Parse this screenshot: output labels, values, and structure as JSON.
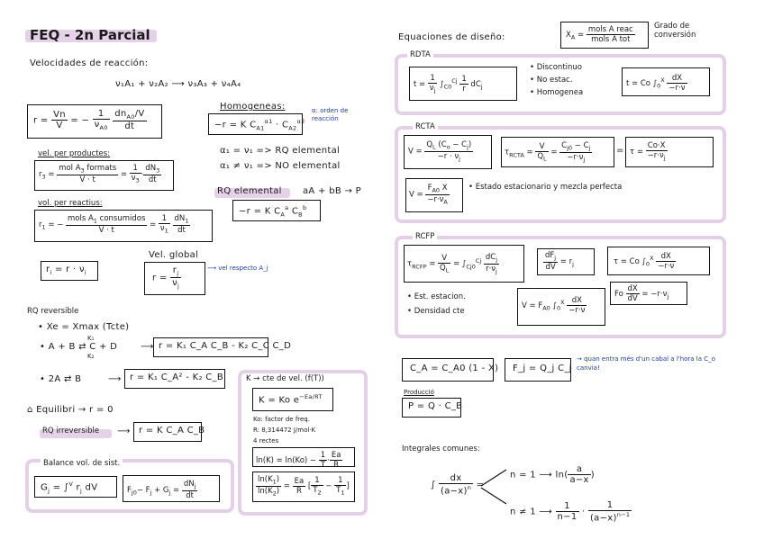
{
  "left": {
    "title": "FEQ - 2n Parcial",
    "velocidades": "Velocidades de reacción:",
    "reaction": "ν₁A₁ + ν₂A₂ ⟶ ν₃A₃ + ν₄A₄",
    "rate_def": "r = Vn/V = -1/ν_A0 · dn_A0/V / dt",
    "homogeneas_label": "Homogeneas:",
    "homog_eq": "-r = K C_A1^α1 · C_A2^α2",
    "alpha_note": "α: orden de reacción",
    "elem1": "α₁ = ν₁  =>  RQ elemental",
    "elem2": "α₁ ≠ ν₁  =>  NO elemental",
    "prod_label": "vel. per productes:",
    "prod_eq": "r_3 = mol A3 formats / V·t = 1/ν3 · dN3/dt",
    "react_label": "vol. per reactius:",
    "react_eq": "r_1 = - mols A1 consumidos / V·t = 1/ν1 · dN1/dt",
    "rq_elem_label": "RQ elemental",
    "rq_elem_reaction": "aA + bB → P",
    "rq_elem_eq": "-r = K C_A^a C_B^b",
    "ri_eq": "r_i = r · ν_i",
    "vel_global_label": "Vel. global",
    "vel_global_eq": "r = r_j / ν_j",
    "vel_respecto": "vel respecto A_j",
    "rq_reversible": "RQ reversible",
    "xe": "Xe = Xmax   (Tcte)",
    "rev1_reaction": "A + B ⇄ C + D",
    "rev1_k": "K₁",
    "rev1_k2": "K₂",
    "rev1_eq": "r = K₁ C_A C_B - K₂ C_C C_D",
    "rev2_reaction": "2A ⇄ B",
    "rev2_eq": "r = K₁ C_A² - K₂ C_B",
    "equilibri": "Equilibri → r = 0",
    "rq_irrev": "RQ irreversible",
    "irrev_eq": "r = K C_A C_B",
    "k_cte_label": "K → cte de vel. (f(T))",
    "arrhenius": "K = Ko e^(-Ea/RT)",
    "ko_note": "Ko: factor de freq.",
    "R_value": "R: 8,314472 J/mol·K",
    "rectes": "4 rectes",
    "ln_eq1": "ln(K) = ln(Ko) - 1/T · Ea/R",
    "ln_eq2": "ln(K1)/ln(K2) = Ea/R [1/T2 - 1/T1]",
    "balance_label": "Balance vol. de sist.",
    "balance_eq1": "G_j = ∫ r_j dV",
    "balance_eq2": "F_j0 - F_j + G_j = dN_j/dt"
  },
  "right": {
    "eq_diseno": "Equaciones de diseño:",
    "xa_eq": "X_A = mols A reac / mols A tot",
    "grado": "Grado de conversión",
    "rdta_label": "RDTA",
    "rdta_eq1": "t = 1/ν_j ∫ dC_j / r",
    "rdta_bullets": [
      "Discontinuo",
      "No estac.",
      "Homogenea"
    ],
    "rdta_eq2": "t = Co ∫ dX / -r·ν",
    "rcta_label": "RCTA",
    "rcta_eq1": "V = Q_L (Co - Cj) / -r·νj",
    "rcta_eq2": "τ_RCTA = V/Q_L = (C_j0 - C_j) / -r·ν_j",
    "rcta_eq3": "τ = Co·X / -r·ν_j",
    "rcta_eq4": "V = F_A0 X / -r·ν_A",
    "rcta_note": "Estado estacionario y mezcla perfecta",
    "rcfp_label": "RCFP",
    "rcfp_eq1": "τ_RCFP = V/Q_L = ∫ dC_j / r·ν_j",
    "rcfp_eq2": "dF_j / dV = r_j",
    "rcfp_eq3": "τ = Co ∫ dX / -r·ν",
    "rcfp_eq4": "Fo dX/dV = -r·ν_j",
    "rcfp_bullets": [
      "Est. estacion.",
      "Densidad cte"
    ],
    "rcfp_eq5": "V = F_A0 ∫ dX / -r·ν",
    "ca_eq": "C_A = C_A0 (1 - X)",
    "fj_eq": "F_j = Q_j C_j",
    "fj_note": "quan entra més d'un cabal a l'hora la C_o canvia!",
    "produccio_label": "Producció",
    "produccio_eq": "P = Q · C_B",
    "integrales_label": "Integrales comunes:",
    "integral_lhs": "∫ dx / (a-x)^n",
    "case1_cond": "n = 1",
    "case1_res": "ln(a / a-x)",
    "case2_cond": "n ≠ 1",
    "case2_res": "1/(n-1) · 1/(a-x)^(n-1)"
  },
  "colors": {
    "highlight": "#e3cfe6",
    "blue_note": "#1f3f9a",
    "red_note": "#dd3333"
  }
}
